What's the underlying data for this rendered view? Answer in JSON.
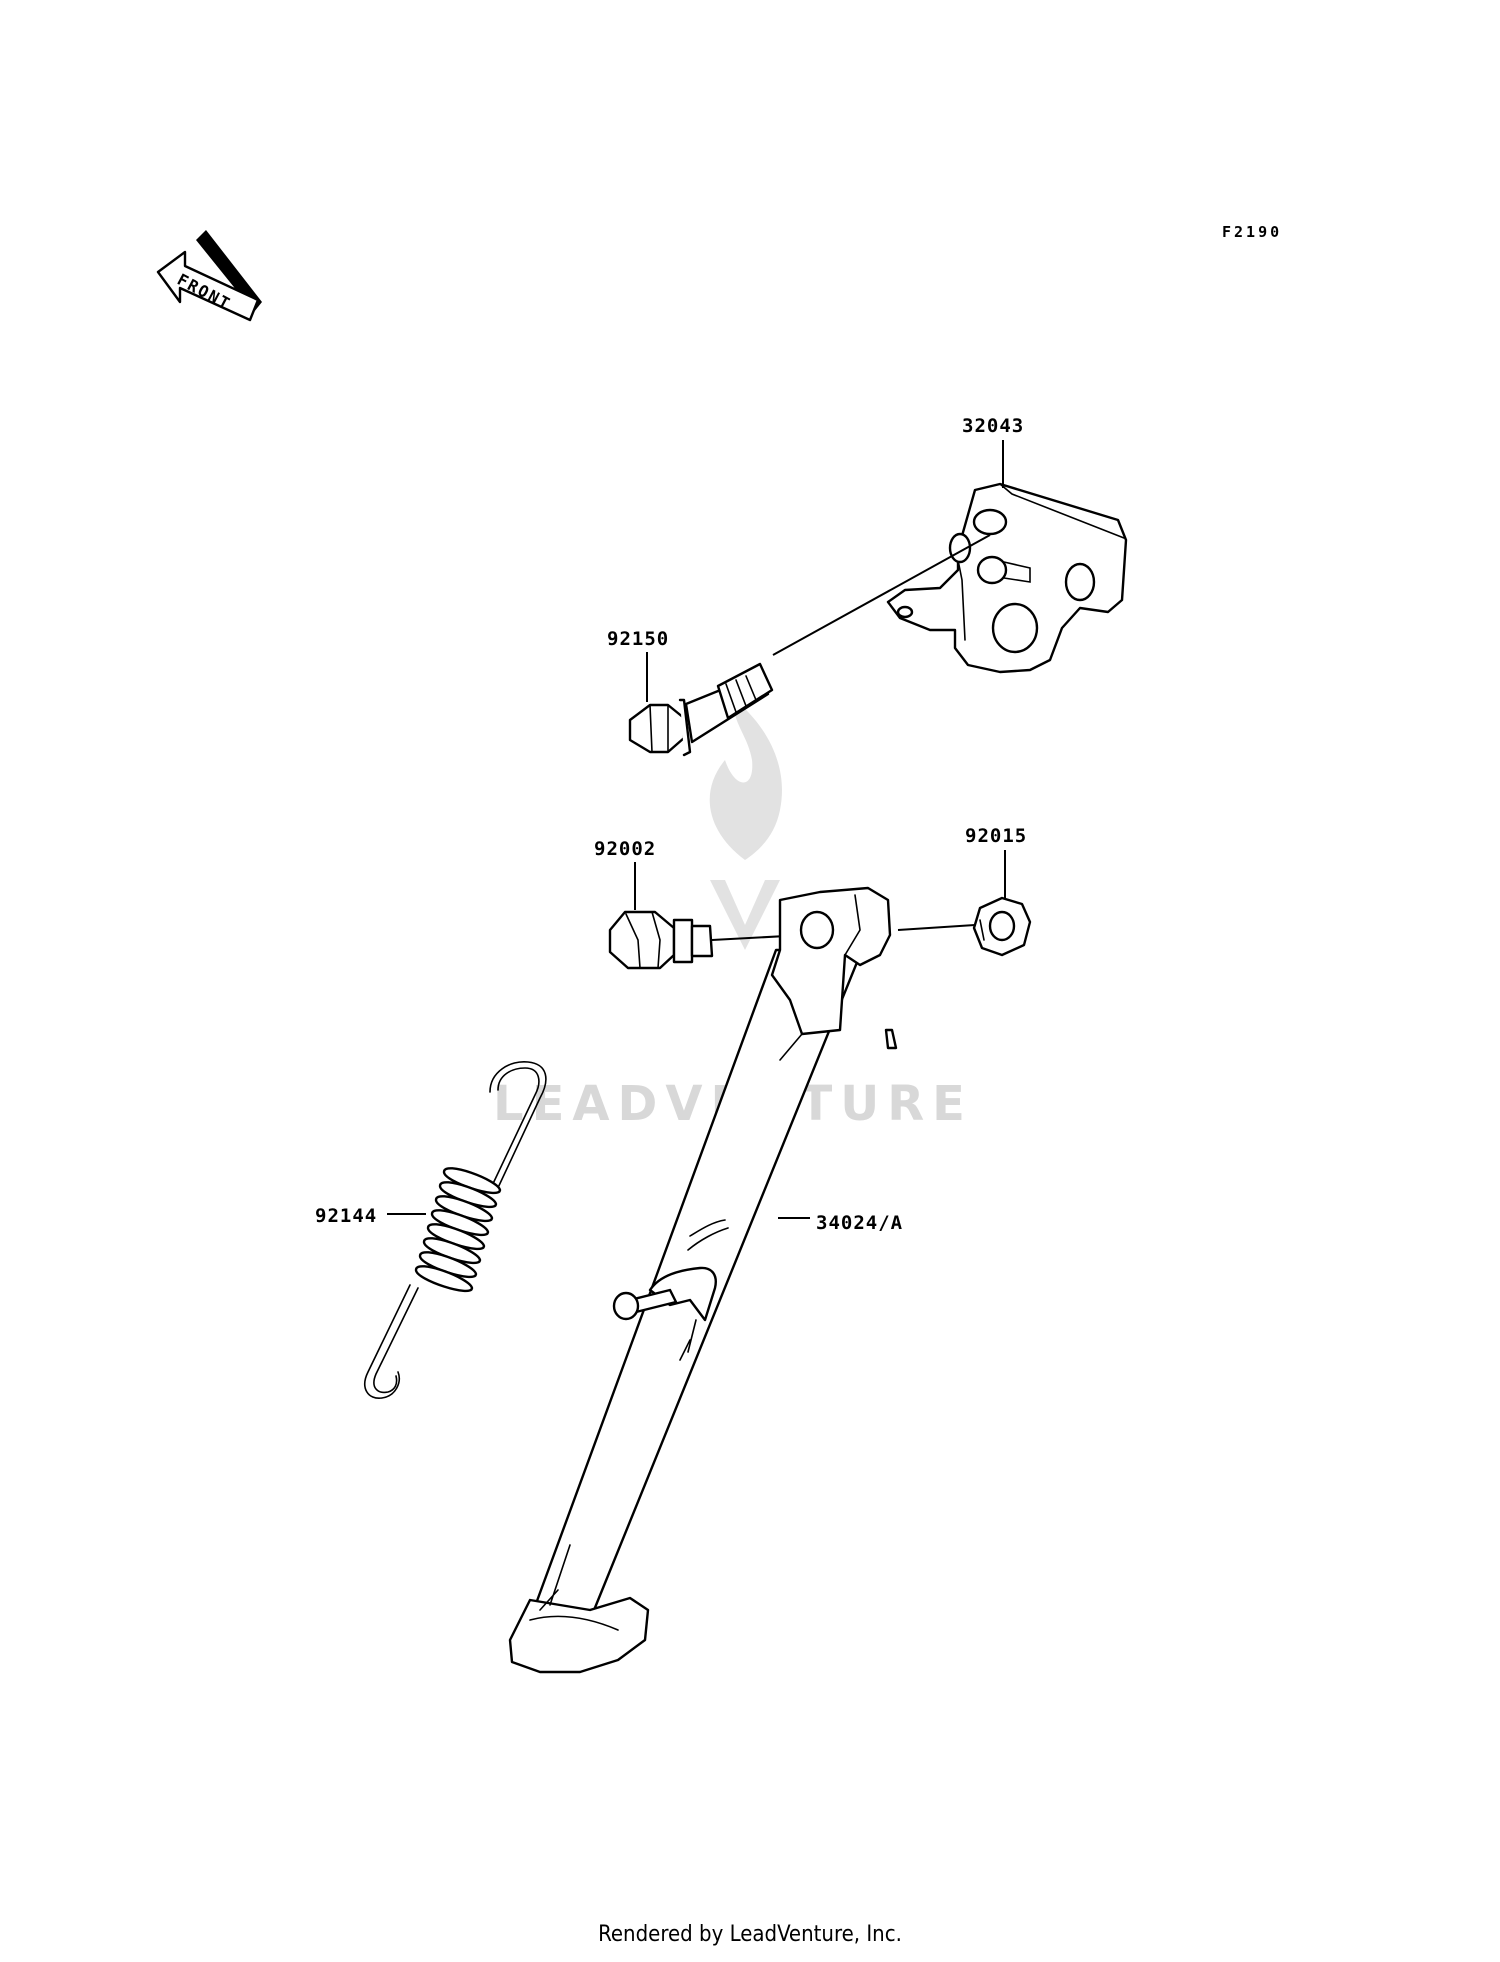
{
  "diagram": {
    "code": "F2190",
    "front_arrow_text": "FRONT",
    "watermark_text": "LEADVENTURE",
    "parts": [
      {
        "id": "32043",
        "label": "32043"
      },
      {
        "id": "92150",
        "label": "92150"
      },
      {
        "id": "92002",
        "label": "92002"
      },
      {
        "id": "92015",
        "label": "92015"
      },
      {
        "id": "92144",
        "label": "92144"
      },
      {
        "id": "34024A",
        "label": "34024/A"
      }
    ]
  },
  "footer": {
    "text": "Rendered by LeadVenture, Inc."
  }
}
